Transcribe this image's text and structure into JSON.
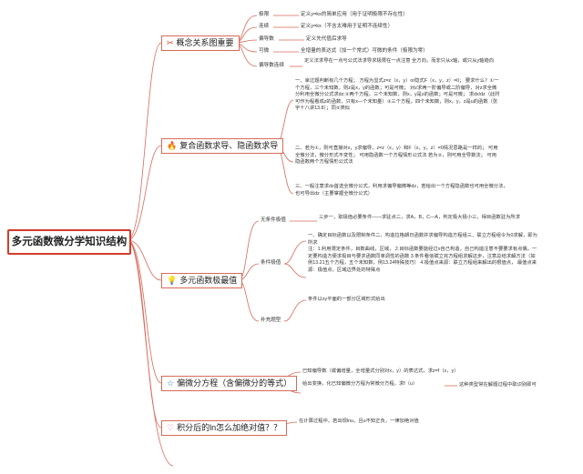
{
  "root": {
    "title": "多元函数微分学知识结构"
  },
  "branches": [
    {
      "title": "概念关系图重要",
      "icon": "tools-icon",
      "leaves": [
        {
          "label": "极限",
          "text": "定义y=kx的简单应用（用于证明极限不存在性）"
        },
        {
          "label": "连续",
          "text": "定义y=kx（不含太难用于证明不连续性）"
        },
        {
          "label": "偏导数",
          "text": "定义先代值后求导"
        },
        {
          "label": "可微",
          "text": "全增量的表达式（加一个常式）可微的条件（极限为零）"
        },
        {
          "label": "偏导数连续",
          "text": "定义法求导在一点与公式法求导求极限在一点注意    全方向，而非只从x轴，或只从y轴趋向"
        }
      ]
    },
    {
      "title": "复合函数求导、隐函数求导",
      "icon": "fire-icon",
      "paragraphs": [
        "一、拿过题判断有几个方程；                      方程为显式z=z（x，y）or隐式F（x，y，z）=0；             要求什么？①一个方程，三个未知数，则z是x，y的函数；可是可微；  对z求两一阶偏导或二阶偏导，对z求全微分利用全微分公式求dz;②两个方程，三个未知数，则x，y是z的函数；可是可微；    求dx/dz（此时可作为程看成z的函数，只有x—个未知量）③三个方程，四个未知数，则x，y，z是u的函数（张宇十八讲13.8）；同②类似",
        "二、若为①，则可直接对x，y求偏导，z=z（x，y）和F（x，y，z）=0情况思路是一样的；       可用全微分法，微分形式不变性；                  可用隐函数一个方程情形公式法       若为②，则可用全导数法；                 可用隐函数两个方程情形公式法",
        "三、一般注意求dz首选全微分公式，利用求偏导偏微等dz，若给出一个方程隐函数也可用全微分法，也可导出dz（主要掌握全微分公式）"
      ]
    },
    {
      "title": "多元函数极最值",
      "icon": "lightbulb-icon",
      "leaves": [
        {
          "label": "无条件极值",
          "text": "三步一，取极值必要条件——求驻点二，求A，B，C—A，判定极大极小三，得目函数驻为所求"
        },
        {
          "label": "条件极值",
          "text": "一、确定目标函数以及限制条件二、构造拉格朗日函数并求偏导构造方程组三、联立方程组令为0求解，即为所求\n注：1.利用限定条件，目数曲线，区域，   2.目标函数要能经过x自己构造，自己构造注意不要要求有点偶，一定要构造方便求极目与要求函数同单调性的函数    3.条件看信赋立完方程组求解这步，注意总结求解方法（如例13.21五个方程，五个未知数，例13.24特殊技巧）    4.极值点来源：联立方程组来解出的根值点，      最值点来源：极值点，区域边界处的特殊点"
        },
        {
          "label": "补充题型",
          "text": "条件以xy平面的一部分区域形式给出"
        }
      ]
    },
    {
      "title": "偏微分方程（含偏微分的等式）",
      "icon": "star-icon",
      "leaves": [
        {
          "label": "",
          "text": "已知偏导数（或偏增量，全增量式分别对x，y）的表达式，求z=f（x，y）"
        },
        {
          "label": "",
          "text": "给出变换，化已知偏微分方程为常微分方程，求f（u）"
        }
      ],
      "note": "这种类型常在解题过程中取识别即可"
    },
    {
      "title": "积分后的ln怎么加绝对值？？",
      "icon": "heart-icon",
      "leaves": [
        {
          "label": "",
          "text": "在计算过程中，若出现lnu，且u不知正负，一律加绝对值"
        }
      ]
    }
  ],
  "colors": {
    "accent": "#d43c2c",
    "wire": "#d86a5a"
  }
}
